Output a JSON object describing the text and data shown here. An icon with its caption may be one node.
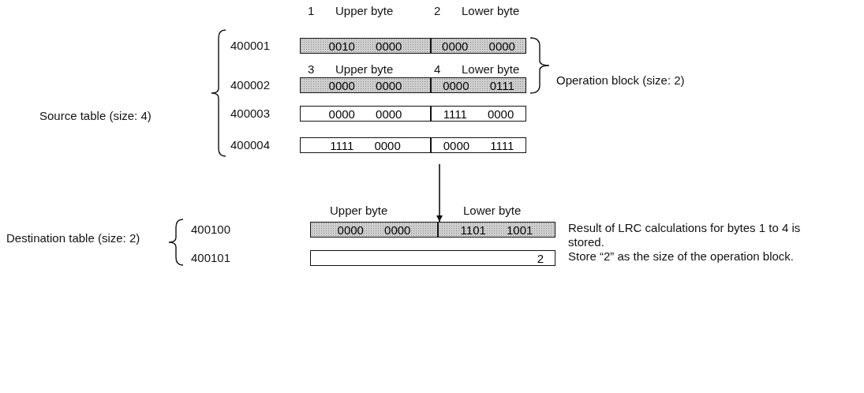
{
  "diagram": {
    "nodes": [
      {
        "text": [
          "0010 0000"
        ]
      },
      {
        "text": [
          "0000 0000"
        ]
      },
      {
        "text": [
          "0000 0000"
        ]
      },
      {
        "text": [
          "0000 0111"
        ]
      },
      {
        "text": [
          "0000 0000"
        ]
      },
      {
        "text": [
          "1111 0000"
        ]
      },
      {
        "text": [
          "1111 0000"
        ]
      },
      {
        "text": [
          "0000 1111"
        ]
      },
      {
        "text": [
          "0000 0000"
        ]
      },
      {
        "text": [
          "1101 1001"
        ]
      },
      {
        "text": [
          "2"
        ]
      }
    ],
    "edges": [
      {
        "from": null,
        "to": 9,
        "arrow": "to"
      }
    ],
    "labels": [
      "1",
      "Upper byte",
      "2",
      "Lower byte",
      "400001",
      "3",
      "Upper byte",
      "4",
      "Lower byte",
      "400002",
      "Operation block (size: 2)",
      "Source table (size: 4)",
      "400003",
      "400004",
      "Upper byte",
      "Lower byte",
      "400100",
      "Destination table (size: 2)",
      "Result of LRC calculations for bytes 1 to 4 is stored.",
      "400101",
      "Store “2” as the size of the operation block."
    ]
  }
}
